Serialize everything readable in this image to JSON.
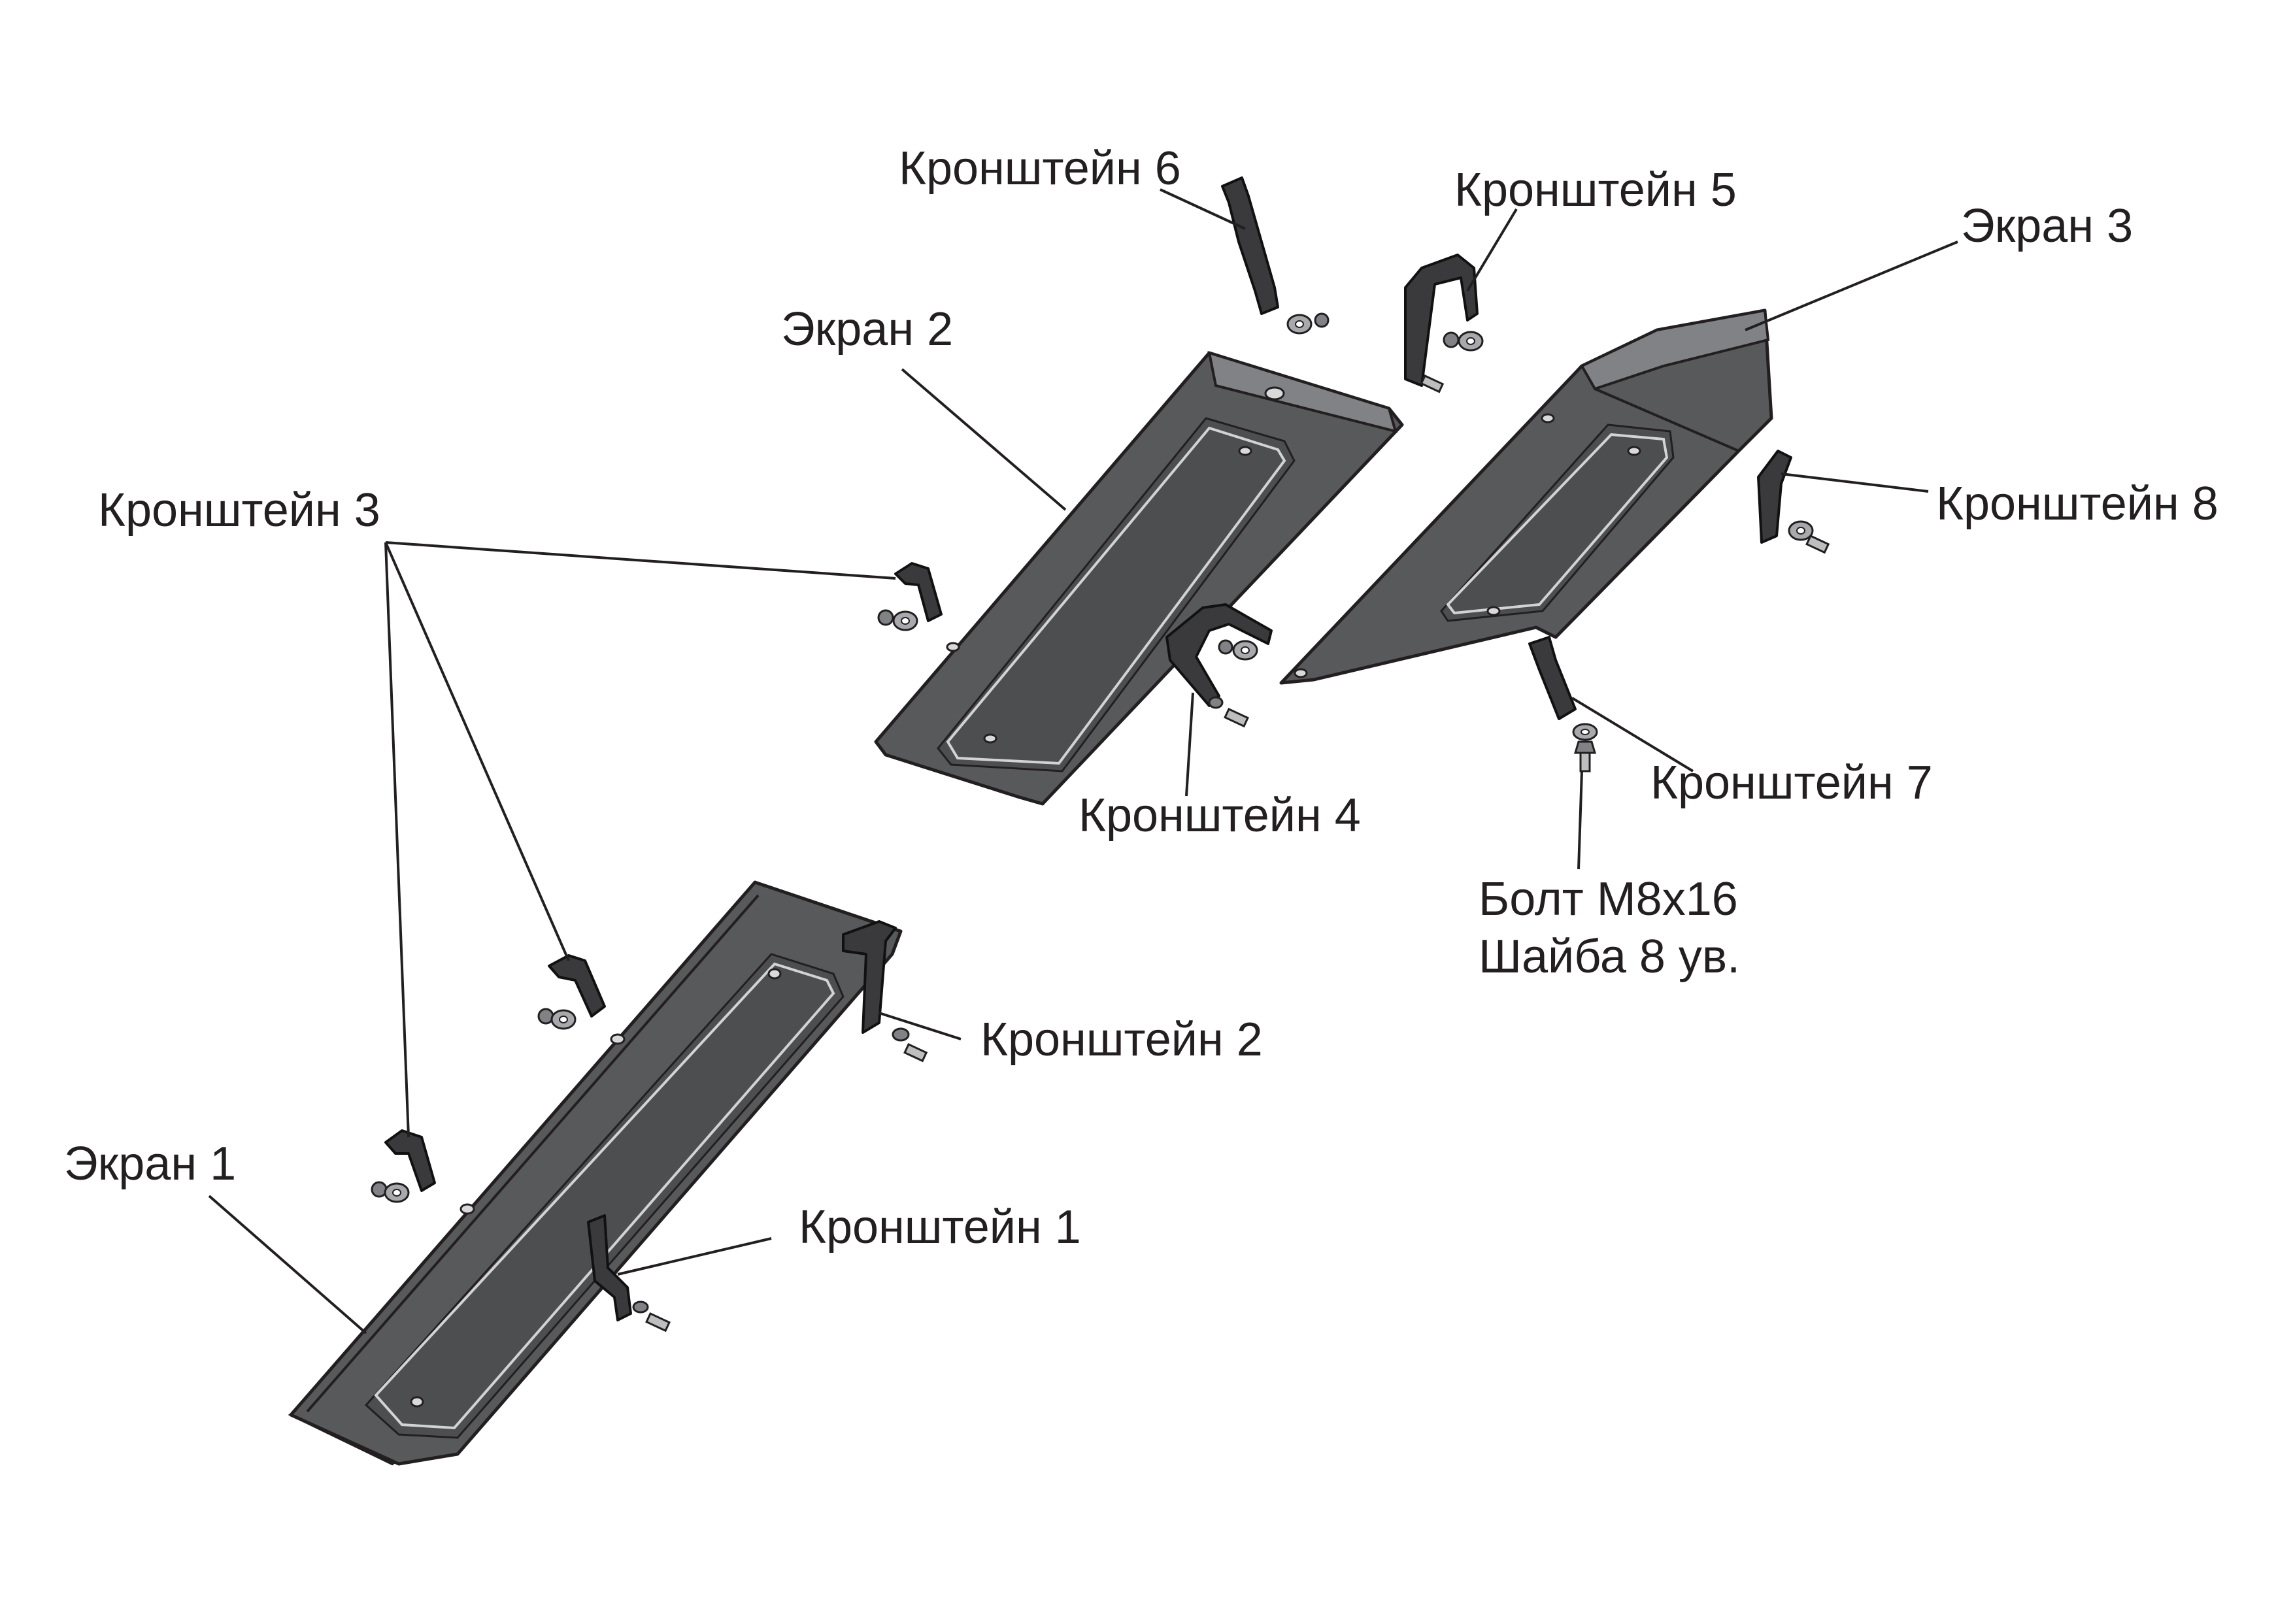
{
  "labels": {
    "bracket6": "Кронштейн 6",
    "bracket5": "Кронштейн 5",
    "screen3": "Экран 3",
    "screen2": "Экран 2",
    "bracket3": "Кронштейн 3",
    "bracket8": "Кронштейн 8",
    "bracket4": "Кронштейн 4",
    "bracket7": "Кронштейн 7",
    "bolt": "Болт М8х16",
    "washer": "Шайба 8 ув.",
    "bracket2": "Кронштейн 2",
    "screen1": "Экран 1",
    "bracket1": "Кронштейн 1"
  }
}
